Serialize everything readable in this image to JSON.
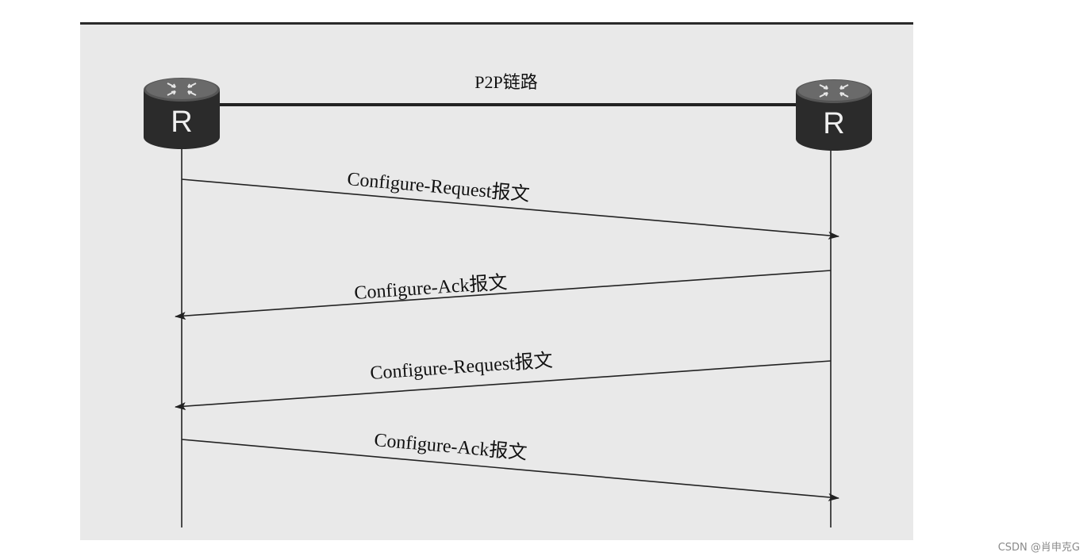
{
  "diagram": {
    "link_label": "P2P链路",
    "router_left_letter": "R",
    "router_right_letter": "R",
    "messages": [
      {
        "label": "Configure-Request报文",
        "direction": "left-to-right"
      },
      {
        "label": "Configure-Ack报文",
        "direction": "right-to-left"
      },
      {
        "label": "Configure-Request报文",
        "direction": "right-to-left"
      },
      {
        "label": "Configure-Ack报文",
        "direction": "left-to-right"
      }
    ]
  },
  "watermark": "CSDN @肖申克G",
  "colors": {
    "background": "#e9e9e9",
    "router_body": "#2b2b2b",
    "router_top": "#4a4a4a",
    "line": "#222222"
  },
  "icons": {
    "router": "router-icon"
  }
}
